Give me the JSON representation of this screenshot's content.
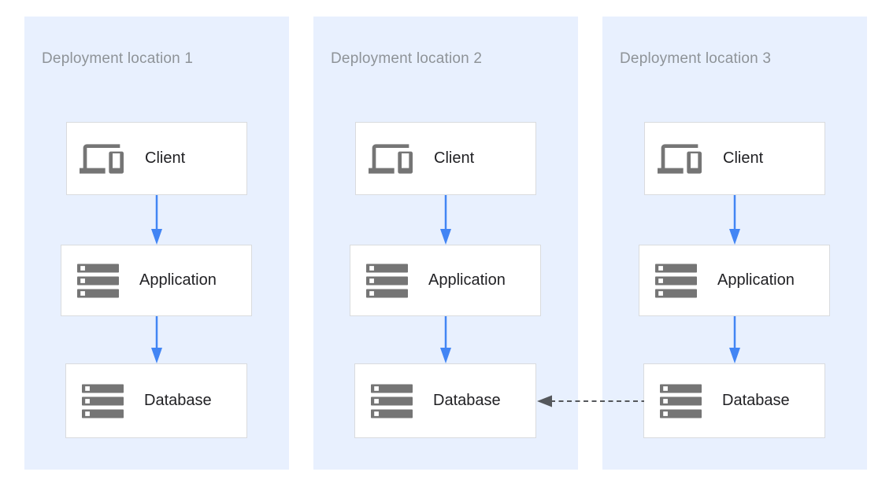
{
  "panels": [
    {
      "title": "Deployment location 1",
      "nodes": [
        {
          "label": "Client",
          "icon": "devices-icon"
        },
        {
          "label": "Application",
          "icon": "server-stack-icon"
        },
        {
          "label": "Database",
          "icon": "server-stack-icon"
        }
      ]
    },
    {
      "title": "Deployment location 2",
      "nodes": [
        {
          "label": "Client",
          "icon": "devices-icon"
        },
        {
          "label": "Application",
          "icon": "server-stack-icon"
        },
        {
          "label": "Database",
          "icon": "server-stack-icon"
        }
      ]
    },
    {
      "title": "Deployment location 3",
      "nodes": [
        {
          "label": "Client",
          "icon": "devices-icon"
        },
        {
          "label": "Application",
          "icon": "server-stack-icon"
        },
        {
          "label": "Database",
          "icon": "server-stack-icon"
        }
      ]
    }
  ],
  "connections": {
    "flow_per_panel": [
      "Client -> Application",
      "Application -> Database"
    ],
    "replication": {
      "from": "Database (Deployment location 3)",
      "to": "Database (Deployment location 2)",
      "line_style": "dashed"
    }
  },
  "colors": {
    "panel_bg": "#E8F0FE",
    "box_bg": "#FFFFFF",
    "box_border": "#D9DBDE",
    "title_text": "#8E9398",
    "label_text": "#212124",
    "icon_gray": "#757575",
    "flow_arrow_blue": "#4285F4",
    "replication_arrow_gray": "#55585C"
  }
}
